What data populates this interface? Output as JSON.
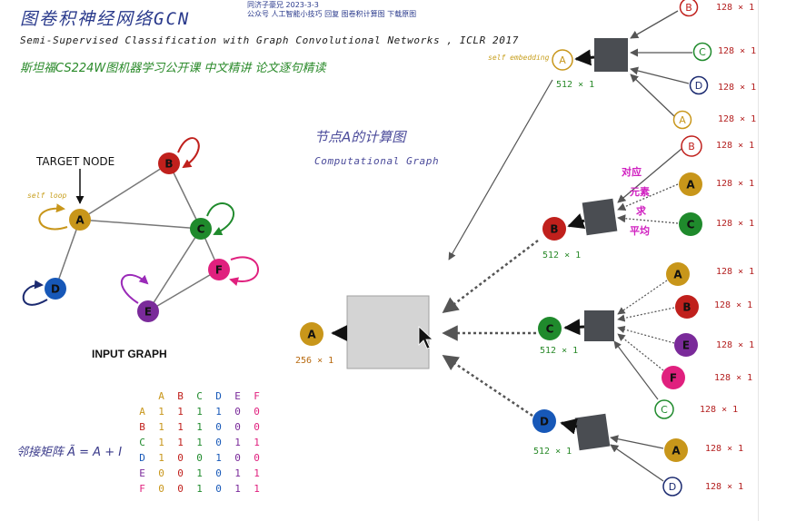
{
  "title": "图卷积神经网络GCN",
  "author": "同济子豪兄 2023-3-3",
  "author_sub": "公众号 人工智能小技巧 回复 图卷积计算图 下载原图",
  "paper": "Semi-Supervised Classification with Graph Convolutional Networks , ICLR 2017",
  "course": "斯坦福CS224W图机器学习公开课  中文精讲   论文逐句精读",
  "comp_graph_cn": "节点A的计算图",
  "comp_graph_en": "Computational Graph",
  "target_node": "TARGET NODE",
  "self_loop": "self loop",
  "input_graph": "INPUT GRAPH",
  "adjacency_label": "邻接矩阵 Ã = A + I",
  "self_embedding": "self embedding",
  "aggregation_note": [
    "对应",
    "元素",
    "求",
    "平均"
  ],
  "colors": {
    "A": "#c8961a",
    "B": "#c0201c",
    "C": "#1f8a2c",
    "D": "#1758b8",
    "E": "#7a2a9a",
    "F": "#e0207e"
  },
  "nodes": {
    "A": "A",
    "B": "B",
    "C": "C",
    "D": "D",
    "E": "E",
    "F": "F"
  },
  "dims": {
    "d128": "128 × 1",
    "d512": "512 × 1",
    "d256": "256 × 1"
  },
  "matrix": {
    "headers": [
      "A",
      "B",
      "C",
      "D",
      "E",
      "F"
    ],
    "rows": [
      {
        "label": "A",
        "values": [
          "1",
          "1",
          "1",
          "1",
          "0",
          "0"
        ]
      },
      {
        "label": "B",
        "values": [
          "1",
          "1",
          "1",
          "0",
          "0",
          "0"
        ]
      },
      {
        "label": "C",
        "values": [
          "1",
          "1",
          "1",
          "0",
          "1",
          "1"
        ]
      },
      {
        "label": "D",
        "values": [
          "1",
          "0",
          "0",
          "1",
          "0",
          "0"
        ]
      },
      {
        "label": "E",
        "values": [
          "0",
          "0",
          "1",
          "0",
          "1",
          "1"
        ]
      },
      {
        "label": "F",
        "values": [
          "0",
          "0",
          "1",
          "0",
          "1",
          "1"
        ]
      }
    ]
  }
}
